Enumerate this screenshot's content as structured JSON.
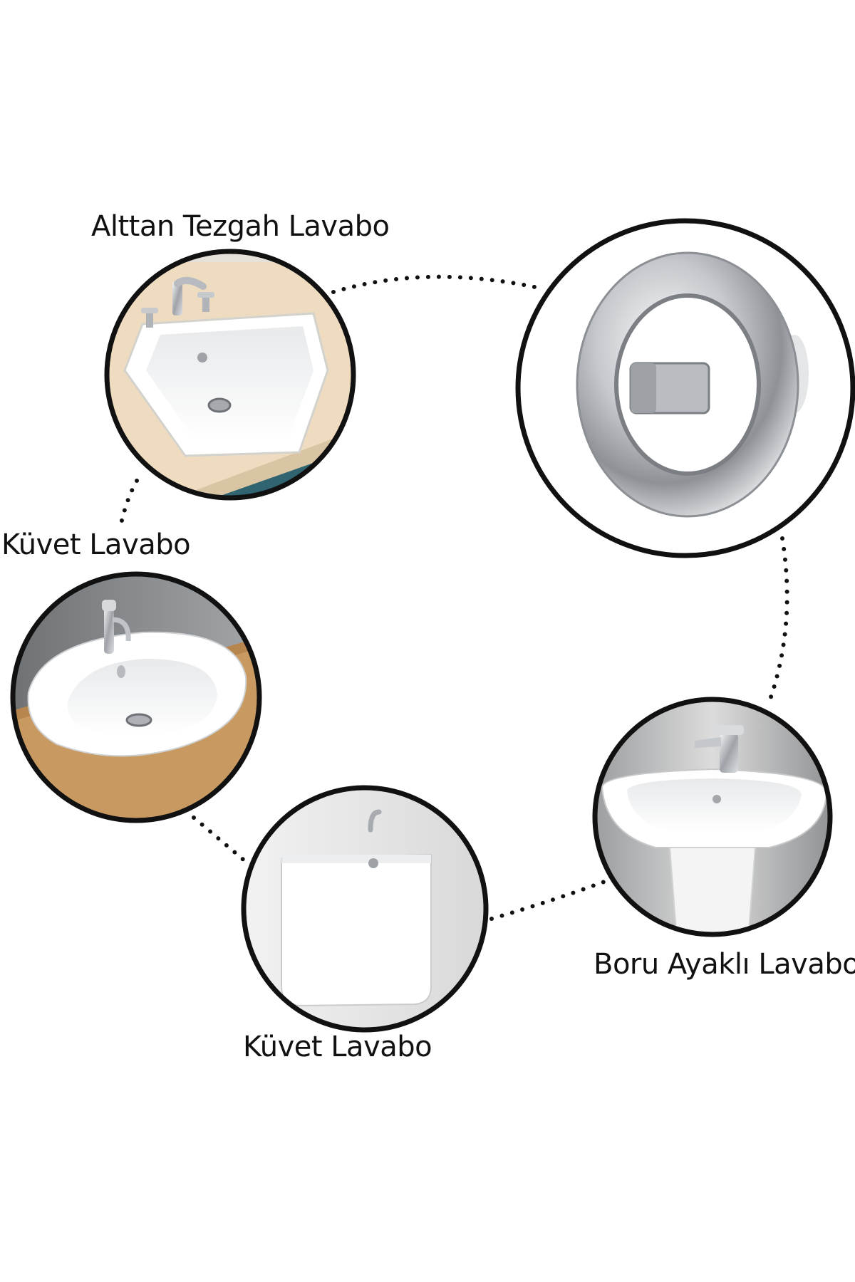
{
  "labels": {
    "undercounter": "Alttan Tezgah Lavabo",
    "bathtub_left": "Küvet Lavabo",
    "bathtub_bottom": "Küvet Lavabo",
    "pedestal": "Boru Ayaklı Lavabo"
  },
  "colors": {
    "circle_stroke": "#111111",
    "dots": "#111111",
    "countertop": "#efdcc0",
    "cabinet": "#2f6470",
    "wall_gray": "#8a8d90",
    "wood": "#c89a62",
    "chrome": "#c9ccd0",
    "porcelain": "#ffffff"
  },
  "icons": [
    "overflow-ring-icon",
    "undercounter-sink-icon",
    "vessel-sink-icon",
    "square-basin-icon",
    "pedestal-sink-icon"
  ]
}
